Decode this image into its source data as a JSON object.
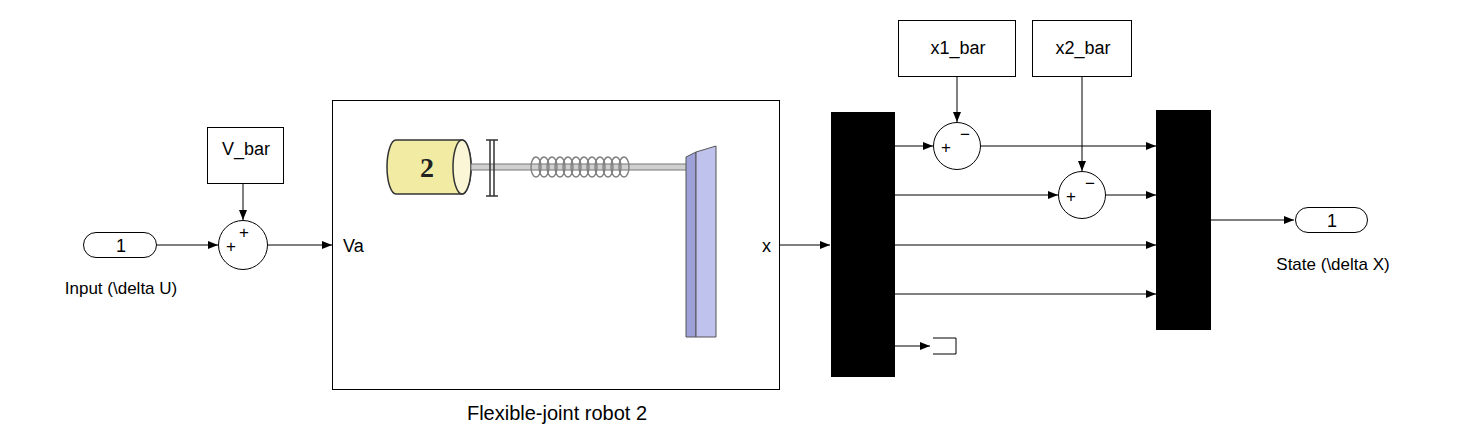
{
  "diagram": {
    "nodes": [
      {
        "text": [
          "1",
          "Input (\\delta U)"
        ]
      },
      {
        "text": [
          "V_bar"
        ]
      },
      {
        "text": [
          "+",
          "+"
        ]
      },
      {
        "text": [
          "Va",
          "x",
          "Flexible-joint robot 2"
        ]
      },
      {
        "text": [
          "x1_bar"
        ]
      },
      {
        "text": [
          "x2_bar"
        ]
      },
      {
        "text": [
          "+",
          "−"
        ]
      },
      {
        "text": [
          "+",
          "−"
        ]
      },
      {
        "text": [
          "1",
          "State (\\delta X)"
        ]
      }
    ],
    "edges": [
      {
        "from": 0,
        "to": 2,
        "arrow": "to"
      },
      {
        "from": 1,
        "to": 2,
        "arrow": "to"
      },
      {
        "from": 2,
        "to": 3,
        "arrow": "to"
      },
      {
        "from": 4,
        "to": 6,
        "arrow": "to"
      },
      {
        "from": 5,
        "to": 7,
        "arrow": "to"
      }
    ],
    "labels": [
      "2"
    ]
  }
}
